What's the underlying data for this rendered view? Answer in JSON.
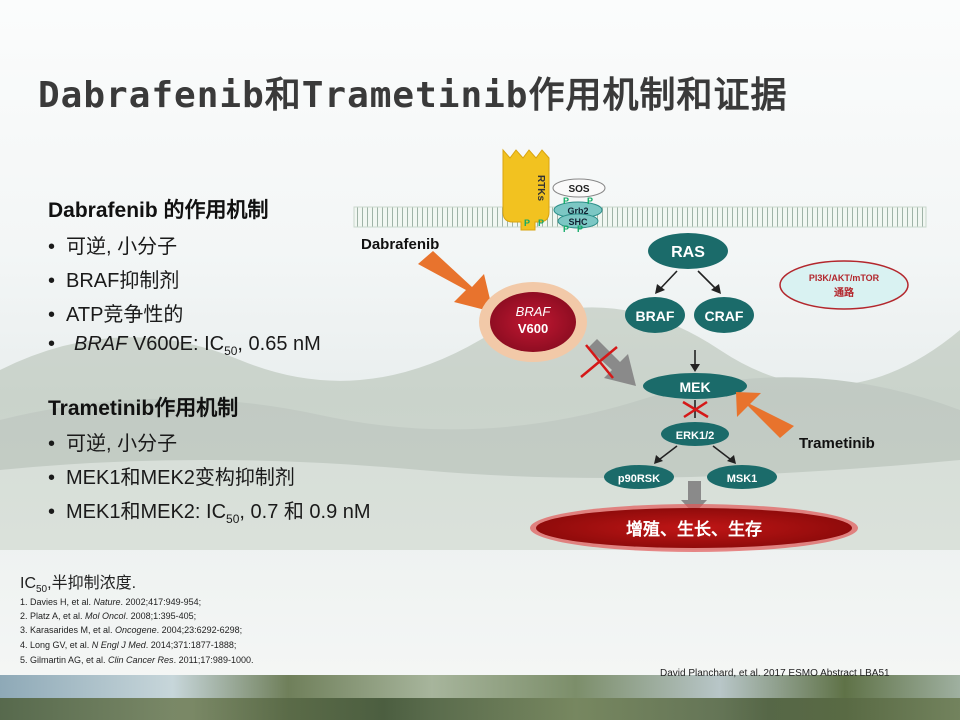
{
  "title": "Dabrafenib和Trametinib作用机制和证据",
  "dabrafenib_section": {
    "heading": "Dabrafenib 的作用机制",
    "bullets": [
      "可逆, 小分子",
      "BRAF抑制剂",
      "ATP竞争性的"
    ],
    "last_bullet_italic": "BRAF",
    "last_bullet_rest": " V600E: IC",
    "last_bullet_sub": "50",
    "last_bullet_end": ", 0.65 nM"
  },
  "trametinib_section": {
    "heading": "Trametinib作用机制",
    "bullets": [
      "可逆, 小分子",
      "MEK1和MEK2变构抑制剂"
    ],
    "last_bullet_pre": "MEK1和MEK2: IC",
    "last_bullet_sub": "50",
    "last_bullet_end": ", 0.7 和 0.9 nM"
  },
  "footnote": {
    "pre": "IC",
    "sub": "50",
    "post": ",半抑制浓度."
  },
  "references": [
    {
      "pre": "1. Davies H, et al. ",
      "journal": "Nature",
      "post": ". 2002;417:949-954;"
    },
    {
      "pre": "2. Platz A, et al. ",
      "journal": "Mol Oncol",
      "post": ". 2008;1:395-405;"
    },
    {
      "pre": "3. Karasarides M, et al. ",
      "journal": "Oncogene",
      "post": ". 2004;23:6292-6298;"
    },
    {
      "pre": "4. Long GV, et al. ",
      "journal": "N Engl J Med",
      "post": ". 2014;371:1877-1888;"
    },
    {
      "pre": "5. Gilmartin AG, et al. ",
      "journal": "Clin Cancer Res",
      "post": ". 2011;17:989-1000."
    }
  ],
  "credit": "David Planchard, et al. 2017 ESMO Abstract LBA51",
  "diagram": {
    "rtks": "RTKs",
    "sos": "SOS",
    "grb2": "Grb2",
    "shc": "SHC",
    "p": "P",
    "dabrafenib_label": "Dabrafenib",
    "trametinib_label": "Trametinib",
    "ras": "RAS",
    "braf_mut_line1": "BRAF",
    "braf_mut_line2": "V600",
    "braf": "BRAF",
    "craf": "CRAF",
    "mek": "MEK",
    "erk": "ERK1/2",
    "p90rsk": "p90RSK",
    "msk1": "MSK1",
    "outcome": "增殖、生长、生存",
    "pi3k_line1": "PI3K/AKT/mTOR",
    "pi3k_line2": "通路",
    "colors": {
      "teal": "#1b6b6a",
      "maroon": "#a9112a",
      "orange": "#e8732d",
      "red": "#d51818",
      "pale_blue": "#d9f2f2"
    }
  }
}
